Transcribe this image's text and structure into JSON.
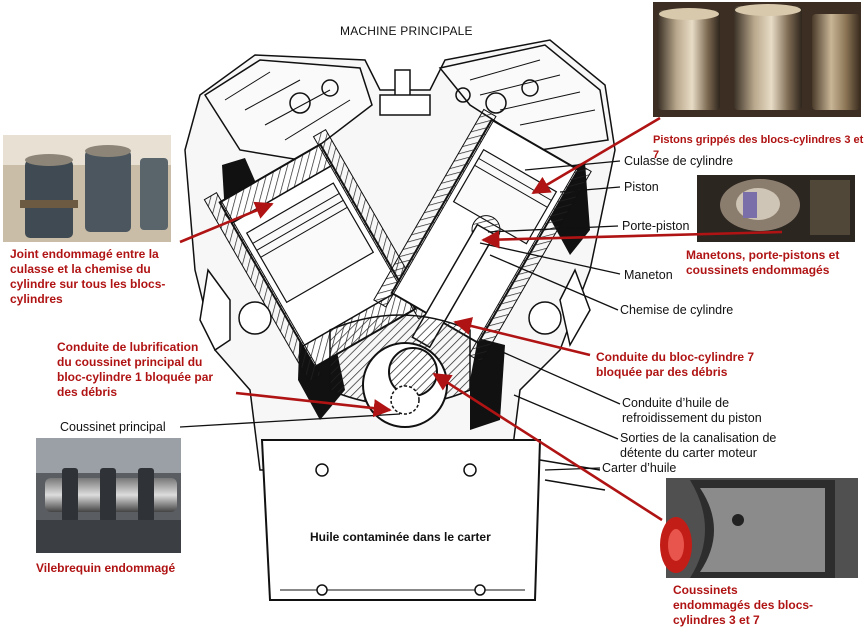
{
  "title": "MACHINE PRINCIPALE",
  "labels": {
    "culasse": "Culasse de cylindre",
    "piston": "Piston",
    "porte_piston": "Porte-piston",
    "maneton": "Maneton",
    "chemise": "Chemise de cylindre",
    "conduite_huile": "Conduite d’huile de\nrefroidissement du piston",
    "sorties": "Sorties de la canalisation de\ndétente du carter moteur",
    "carter_huile": "Carter d’huile",
    "coussinet_principal": "Coussinet principal",
    "huile_contaminee": "Huile contaminée dans le carter"
  },
  "damage": {
    "pistons_grippes": "Pistons grippés des blocs-cylindres  3 et 7",
    "joint": "Joint endommagé entre la\nculasse et la chemise du\ncylindre sur tous les blocs-\ncylindres",
    "manetons": "Manetons, porte-pistons et\ncoussinets endommagés",
    "conduite_lub": "Conduite de lubrification\ndu coussinet principal du\nbloc-cylindre 1 bloquée par\ndes débris",
    "conduite_bloc7": "Conduite du bloc-cylindre 7\nbloquée par des débris",
    "vilebrequin": "Vilebrequin endommagé",
    "coussinets": "Coussinets\nendommagés des blocs-\ncylindres 3 et 7"
  },
  "colors": {
    "callout_red": "#b01313",
    "outline": "#111111"
  }
}
